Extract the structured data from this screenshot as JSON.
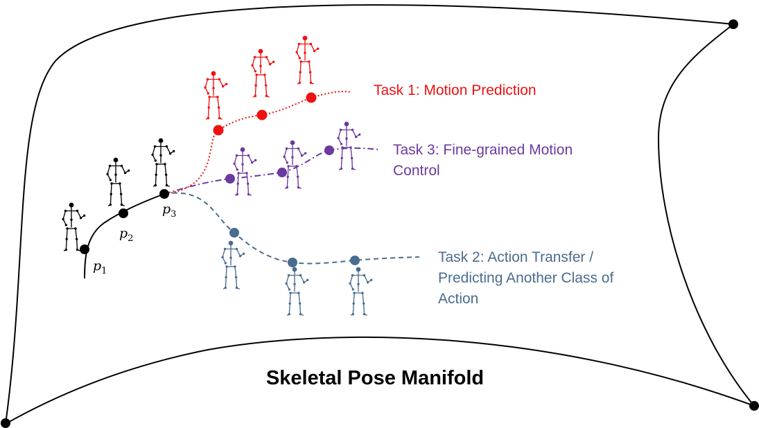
{
  "title": "Skeletal Pose Manifold",
  "colors": {
    "black": "#000000",
    "task1": "#ee1111",
    "task2": "#4a6c8f",
    "task3": "#6b3aa0"
  },
  "points": [
    {
      "letter": "p",
      "sub": "1"
    },
    {
      "letter": "p",
      "sub": "2"
    },
    {
      "letter": "p",
      "sub": "3"
    }
  ],
  "tasks": {
    "task1": {
      "lines": [
        "Task 1: Motion Prediction"
      ]
    },
    "task2": {
      "lines": [
        "Task 2: Action Transfer /",
        "Predicting Another Class of",
        "Action"
      ]
    },
    "task3": {
      "lines": [
        "Task 3: Fine-grained Motion",
        "Control"
      ]
    }
  }
}
